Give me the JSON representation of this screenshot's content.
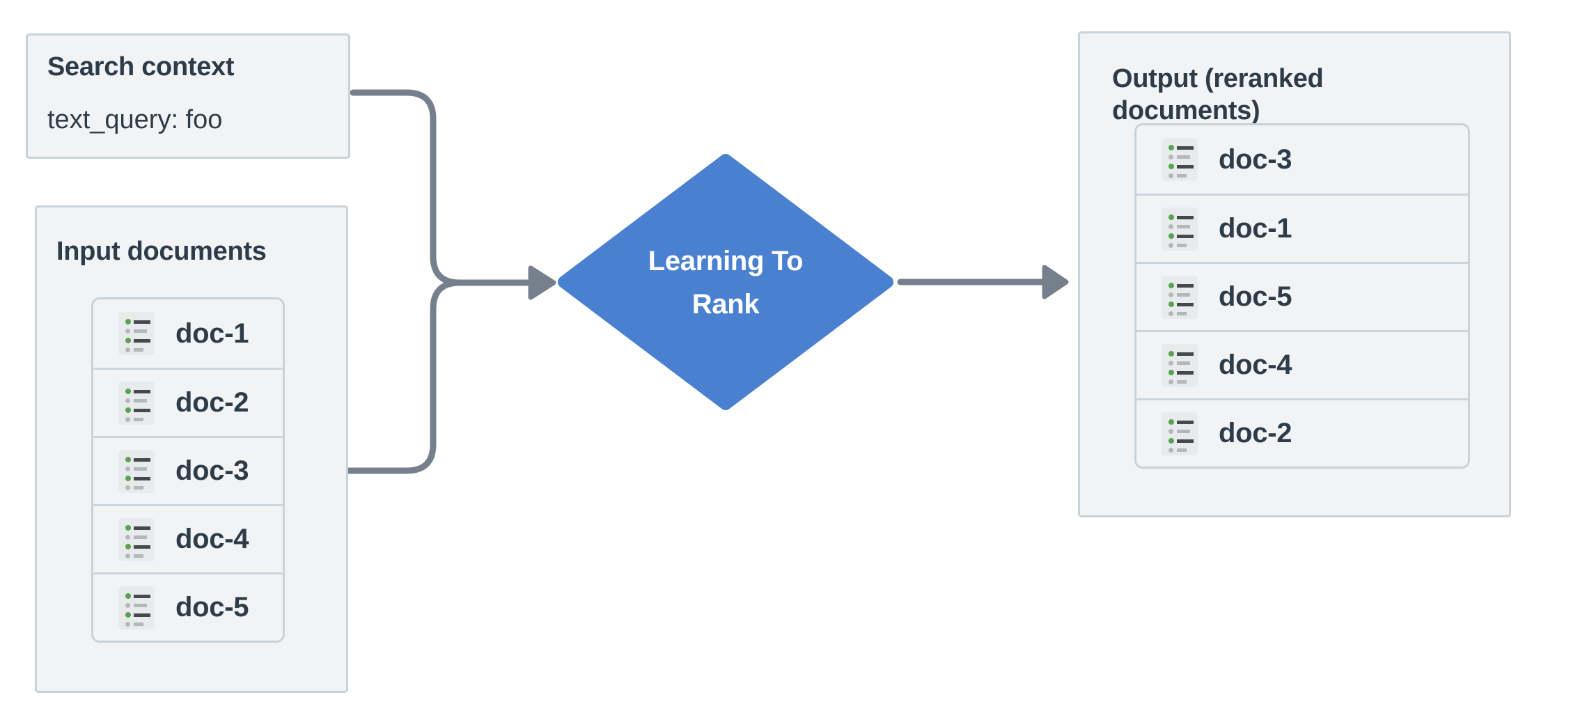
{
  "search_context_panel": {
    "title": "Search context",
    "query_text": "text_query: foo"
  },
  "input_documents_panel": {
    "title": "Input documents",
    "documents": [
      "doc-1",
      "doc-2",
      "doc-3",
      "doc-4",
      "doc-5"
    ]
  },
  "process_node": {
    "label": "Learning To Rank",
    "shape": "diamond"
  },
  "output_documents_panel": {
    "title": "Output (reranked documents)",
    "documents": [
      "doc-3",
      "doc-1",
      "doc-5",
      "doc-4",
      "doc-2"
    ]
  },
  "icons": {
    "document_icon": "list-icon"
  },
  "colors": {
    "node_blue": "#4a80d0",
    "node_label_text": "#ffffff",
    "connector_gray": "#76808c",
    "panel_background": "#f2f3f5",
    "panel_border": "#c8d2da",
    "text_dark": "#2e3c49",
    "icon_background": "#e9eaeb",
    "icon_green": "#57a451",
    "icon_gray": "#b4b6b8",
    "icon_line_dark": "#45494d"
  }
}
